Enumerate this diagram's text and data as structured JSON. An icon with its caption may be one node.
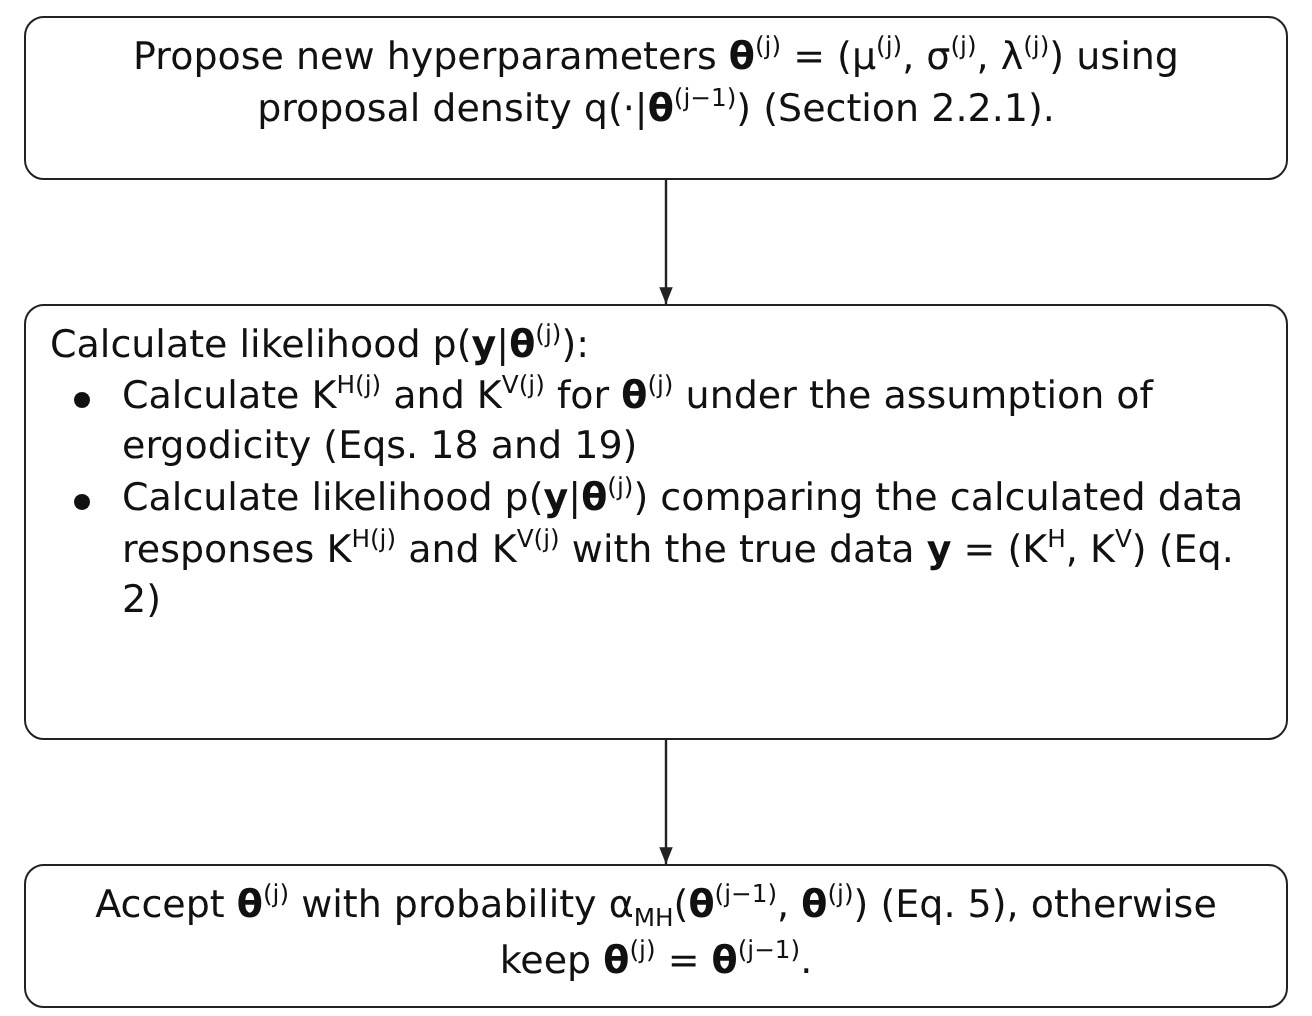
{
  "diagram": {
    "nodes": [
      {
        "text": [
          "Propose new hyperparameters **θ**$^{(j)}$ = (μ$^{(j)}$, σ$^{(j)}$, λ$^{(j)}$) using proposal density q(·|**θ**$^{(j−1)}$) (Section 2.2.1)."
        ]
      },
      {
        "text": [
          "Calculate likelihood p(**y**|**θ**$^{(j)}$):",
          "Calculate K$^{H(j)}$ and K$^{V(j)}$ for **θ**$^{(j)}$ under the assumption of ergodicity (Eqs. 18 and 19)",
          "Calculate likelihood p(**y**|**θ**$^{(j)}$) comparing the calculated data responses K$^{H(j)}$ and K$^{V(j)}$ with the true data **y** = (K$^{H}$, K$^{V}$) (Eq. 2)"
        ]
      },
      {
        "text": [
          "Accept **θ**$^{(j)}$ with probability α$_{MH}$(**θ**$^{(j−1)}$, **θ**$^{(j)}$) (Eq. 5), otherwise keep **θ**$^{(j)}$ = **θ**$^{(j−1)}$."
        ]
      }
    ],
    "edges": [
      {
        "from": 0,
        "to": 1,
        "arrow": "to"
      },
      {
        "from": 1,
        "to": 2,
        "arrow": "to"
      }
    ]
  }
}
